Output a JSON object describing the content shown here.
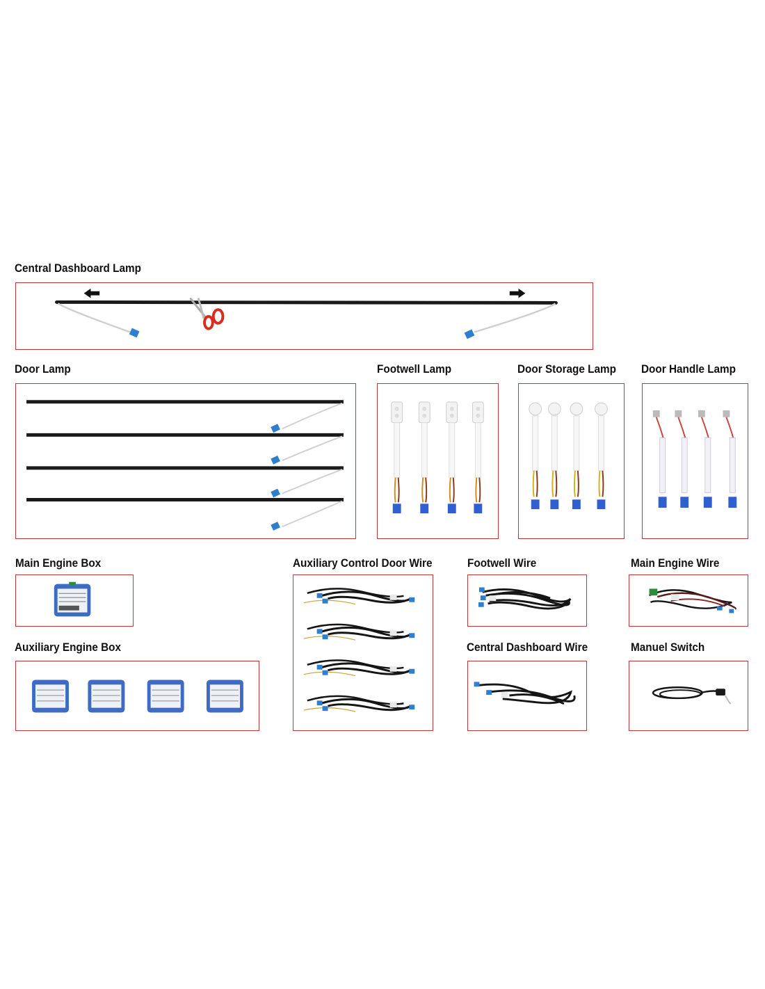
{
  "colors": {
    "frame": "#b9383a",
    "strip": "#1a1a1a",
    "connector": "#2f7fd0",
    "box": "#3e6cc4",
    "scissors": "#d82c1e"
  },
  "sections": {
    "central_dashboard_lamp": "Central Dashboard Lamp",
    "door_lamp": "Door Lamp",
    "footwell_lamp": "Footwell Lamp",
    "door_storage_lamp": "Door Storage Lamp",
    "door_handle_lamp": "Door Handle Lamp",
    "main_engine_box": "Main Engine Box",
    "auxiliary_control_door_wire": "Auxiliary Control Door Wire",
    "footwell_wire": "Footwell Wire",
    "main_engine_wire": "Main Engine Wire",
    "auxiliary_engine_box": "Auxiliary Engine Box",
    "central_dashboard_wire": "Central Dashboard Wire",
    "manuel_switch": "Manuel Switch"
  },
  "icons": {
    "arrow_left": "arrow-left-icon",
    "arrow_right": "arrow-right-icon",
    "scissors": "scissors-icon"
  }
}
